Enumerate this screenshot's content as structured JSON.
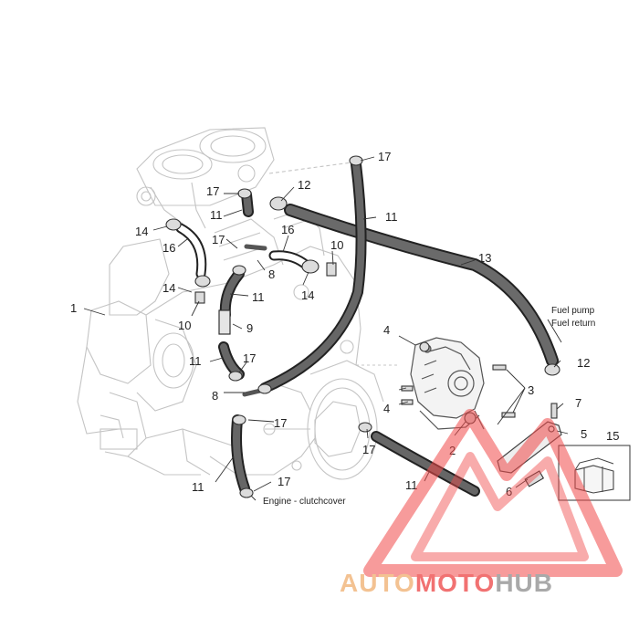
{
  "callouts": {
    "c1": "1",
    "c2": "2",
    "c3": "3",
    "c4a": "4",
    "c4b": "4",
    "c5": "5",
    "c6": "6",
    "c7": "7",
    "c8a": "8",
    "c8b": "8",
    "c9": "9",
    "c10a": "10",
    "c10b": "10",
    "c11a": "11",
    "c11b": "11",
    "c11c": "11",
    "c11d": "11",
    "c11e": "11",
    "c11f": "11",
    "c12a": "12",
    "c12b": "12",
    "c13": "13",
    "c14a": "14",
    "c14b": "14",
    "c14c": "14",
    "c15": "15",
    "c16a": "16",
    "c16b": "16",
    "c17a": "17",
    "c17b": "17",
    "c17c": "17",
    "c17d": "17",
    "c17e": "17",
    "c17f": "17"
  },
  "notes": {
    "fuel_pump": "Fuel pump",
    "fuel_return": "Fuel return",
    "engine_clutch": "Engine - clutchcover"
  },
  "watermark": {
    "part1": "AUTO",
    "part2": "MOTO",
    "part3": "HUB",
    "colors": {
      "auto": "#f2b880",
      "moto": "#ef5a5a",
      "hub": "#9b9b9b",
      "triangle": "#ef4a4a"
    }
  }
}
